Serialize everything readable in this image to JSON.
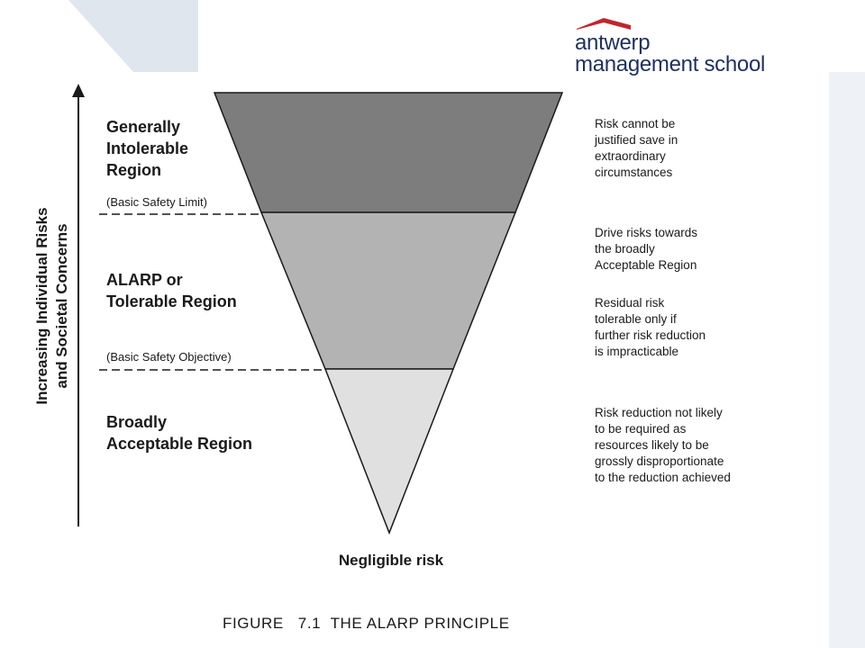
{
  "logo": {
    "line1": "antwerp",
    "line2": "management school",
    "color": "#1f2f5f",
    "roof_color": "#c0262d"
  },
  "axis": {
    "label_line1": "Increasing Individual Risks",
    "label_line2": "and Societal Concerns"
  },
  "regions": {
    "intolerable": {
      "line1": "Generally",
      "line2": "Intolerable",
      "line3": "Region",
      "fill": "#7d7d7d"
    },
    "alarp": {
      "line1": "ALARP or",
      "line2": "Tolerable Region",
      "fill": "#b3b3b3"
    },
    "acceptable": {
      "line1": "Broadly",
      "line2": "Acceptable Region",
      "fill": "#e0e0e0"
    }
  },
  "limits": {
    "upper": "(Basic Safety Limit)",
    "lower": "(Basic Safety Objective)"
  },
  "apex_label": "Negligible risk",
  "notes": {
    "n1": [
      "Risk cannot be",
      "justified save in",
      "extraordinary",
      "circumstances"
    ],
    "n2": [
      "Drive risks towards",
      "the broadly",
      "Acceptable Region"
    ],
    "n3": [
      "Residual risk",
      "tolerable only if",
      "further risk reduction",
      "is impracticable"
    ],
    "n4": [
      "Risk reduction not likely",
      "to be required as",
      "resources likely to be",
      "grossly disproportionate",
      "to the reduction achieved"
    ]
  },
  "caption": "FIGURE   7.1  THE ALARP PRINCIPLE"
}
